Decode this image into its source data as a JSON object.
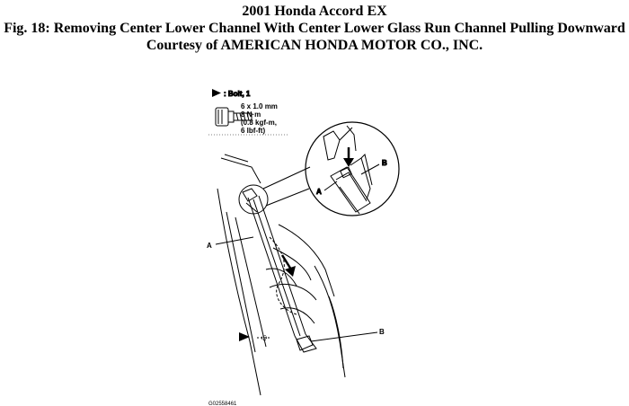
{
  "header": {
    "title": "2001 Honda Accord EX",
    "figure_caption": "Fig. 18: Removing Center Lower Channel With Center Lower Glass Run Channel Pulling Downward",
    "courtesy": "Courtesy of AMERICAN HONDA MOTOR CO., INC."
  },
  "legend": {
    "bolt_label": ": Bolt, 1",
    "spec_line1": "6 x 1.0 mm",
    "spec_line2": "8 N·m",
    "spec_line3": "(0.8 kgf-m,",
    "spec_line4": "6 lbf-ft)"
  },
  "callouts": {
    "detail_a": "A",
    "detail_b": "B",
    "main_a": "A",
    "main_b": "B"
  },
  "figure_id": "G02558461"
}
